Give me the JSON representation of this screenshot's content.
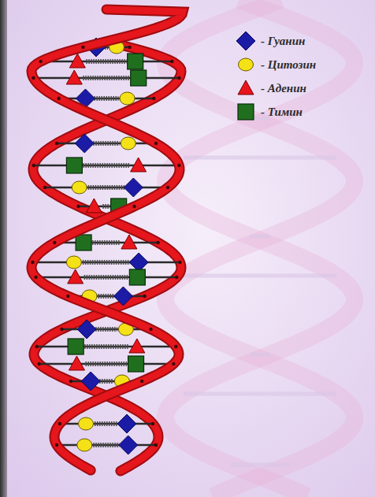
{
  "diagram": {
    "legend": [
      {
        "text": "- Гуанин"
      },
      {
        "text": "- Цитозин"
      },
      {
        "text": "- Аденин"
      },
      {
        "text": "- Тимин"
      }
    ]
  }
}
